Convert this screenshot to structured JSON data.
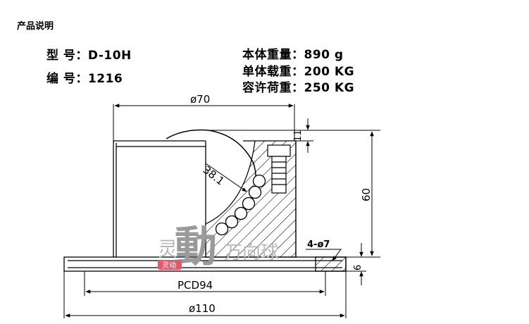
{
  "header": {
    "title": "产品说明"
  },
  "specs_left": [
    {
      "label": "型 号：",
      "value": "D-10H"
    },
    {
      "label": "编 号：",
      "value": "1216"
    }
  ],
  "specs_right": [
    {
      "label": "本体重量：",
      "value": "890 g"
    },
    {
      "label": "单体载重：",
      "value": "200 KG"
    },
    {
      "label": "容许荷重：",
      "value": "250 KG"
    }
  ],
  "dimensions": {
    "top_width": "ø70",
    "ball_radius": "38.1",
    "top_height": "11",
    "total_height": "60",
    "holes": "4-ø7",
    "flange_thickness": "6",
    "pcd": "PCD94",
    "flange_diameter": "ø110"
  },
  "watermark": {
    "brand": "灵動万向球",
    "badge": "灵动"
  },
  "colors": {
    "line": "#000000",
    "watermark": "#b9b9b9",
    "badge": "#e05a6a"
  }
}
